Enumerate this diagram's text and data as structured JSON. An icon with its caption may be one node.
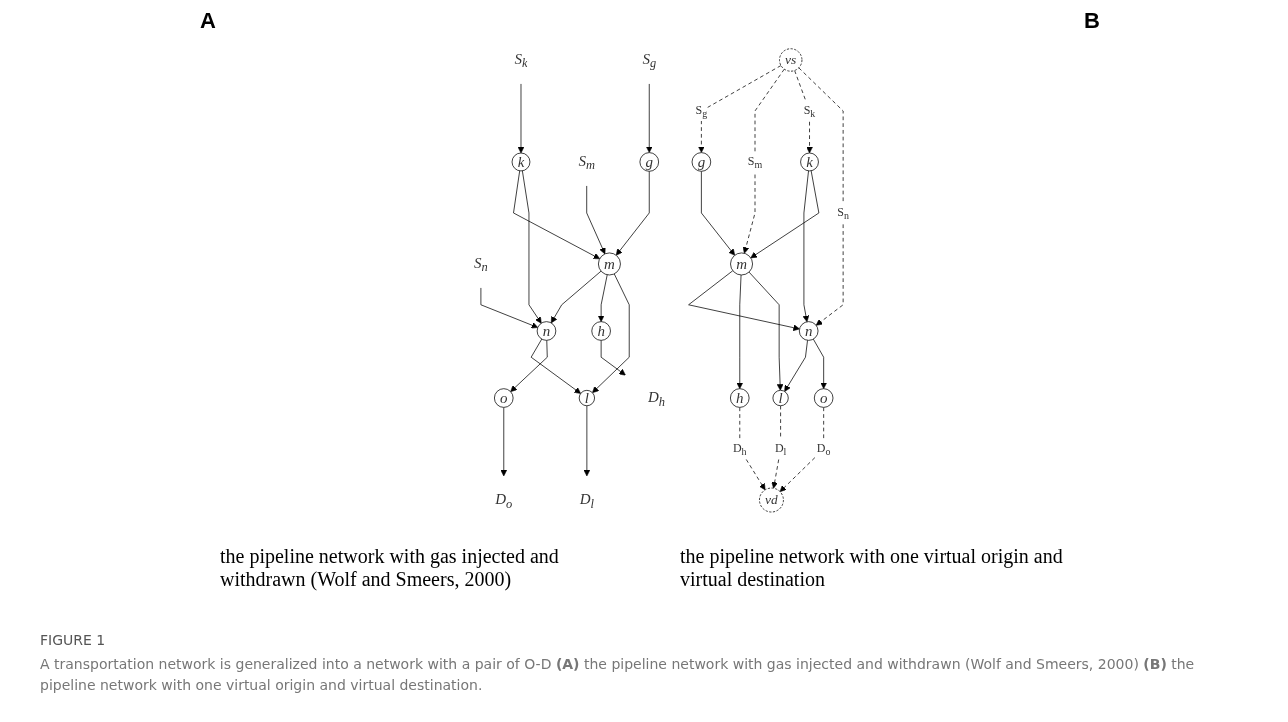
{
  "diagram": {
    "title": "FIGURE 1",
    "caption": "A transportation network is generalized into a network with a pair of O-D **(A)** the pipeline network with gas injected and withdrawn (Wolf and Smeers, 2000) **(B)** the pipeline network with one virtual origin and virtual destination.",
    "nodes": [
      {
        "text": [
          "S$_{g}$"
        ]
      },
      {
        "text": [
          "S$_{k}$"
        ]
      },
      {
        "text": [
          "S$_{n}$"
        ]
      },
      {
        "text": [
          "g"
        ]
      },
      {
        "text": [
          "S$_{m}$"
        ]
      },
      {
        "text": [
          "k"
        ]
      },
      {
        "text": [
          "n"
        ]
      },
      {
        "text": [
          "m"
        ]
      },
      {
        "text": [
          "h"
        ]
      },
      {
        "text": [
          "l"
        ]
      },
      {
        "text": [
          "o"
        ]
      },
      {
        "text": [
          "D$_{h}$"
        ]
      },
      {
        "text": [
          "D$_{l}$"
        ]
      },
      {
        "text": [
          "D$_{o}$"
        ]
      },
      {
        "text": [
          "vs"
        ]
      },
      {
        "text": [
          "g"
        ]
      },
      {
        "text": [
          "k"
        ]
      },
      {
        "text": [
          "n"
        ]
      },
      {
        "text": [
          "m"
        ]
      },
      {
        "text": [
          "h"
        ]
      },
      {
        "text": [
          "l"
        ]
      },
      {
        "text": [
          "o"
        ]
      },
      {
        "text": [
          "vd"
        ]
      }
    ],
    "edges": [
      {
        "from": 0,
        "to": 3,
        "arrow": "to"
      },
      {
        "from": 1,
        "to": 5,
        "arrow": "to"
      },
      {
        "from": 2,
        "to": 6,
        "arrow": "to"
      },
      {
        "from": 4,
        "to": 7,
        "arrow": "to"
      },
      {
        "from": 3,
        "to": 7,
        "arrow": "to"
      },
      {
        "from": 5,
        "to": 7,
        "arrow": "to"
      },
      {
        "from": 5,
        "to": 6,
        "arrow": "to"
      },
      {
        "from": 7,
        "to": 6,
        "arrow": "to"
      },
      {
        "from": 6,
        "to": 9,
        "arrow": "to"
      },
      {
        "from": 6,
        "to": 10,
        "arrow": "to"
      },
      {
        "from": 7,
        "to": 8,
        "arrow": "to"
      },
      {
        "from": 7,
        "to": 9,
        "arrow": "to"
      },
      {
        "from": 8,
        "to": 11,
        "arrow": "to"
      },
      {
        "from": 9,
        "to": 12,
        "arrow": "to"
      },
      {
        "from": 10,
        "to": 13,
        "arrow": "to"
      },
      {
        "from": 14,
        "to": 15,
        "arrow": "to",
        "style": "dashed",
        "label": "S$_{g}$"
      },
      {
        "from": 14,
        "to": 18,
        "arrow": "to",
        "style": "dashed",
        "label": "S$_{m}$"
      },
      {
        "from": 14,
        "to": 16,
        "arrow": "to",
        "style": "dashed",
        "label": "S$_{k}$"
      },
      {
        "from": 14,
        "to": 17,
        "arrow": "to",
        "style": "dashed",
        "label": "S$_{n}$"
      },
      {
        "from": 16,
        "to": 17,
        "arrow": "to"
      },
      {
        "from": 16,
        "to": 18,
        "arrow": "to"
      },
      {
        "from": 15,
        "to": 18,
        "arrow": "to"
      },
      {
        "from": 18,
        "to": 17,
        "arrow": "to"
      },
      {
        "from": 17,
        "to": 20,
        "arrow": "to"
      },
      {
        "from": 17,
        "to": 21,
        "arrow": "to"
      },
      {
        "from": 18,
        "to": 19,
        "arrow": "to"
      },
      {
        "from": 18,
        "to": 20,
        "arrow": "to"
      },
      {
        "from": 19,
        "to": 22,
        "arrow": "to",
        "style": "dashed",
        "label": "D$_{h}$"
      },
      {
        "from": 20,
        "to": 22,
        "arrow": "to",
        "style": "dashed",
        "label": "D$_{l}$"
      },
      {
        "from": 21,
        "to": 22,
        "arrow": "to",
        "style": "dashed",
        "label": "D$_{o}$"
      }
    ],
    "labels": [
      "A",
      "B",
      "the pipeline network with gas injected and withdrawn (Wolf and Smeers, 2000)",
      "the pipeline network with one virtual origin and virtual destination"
    ]
  }
}
